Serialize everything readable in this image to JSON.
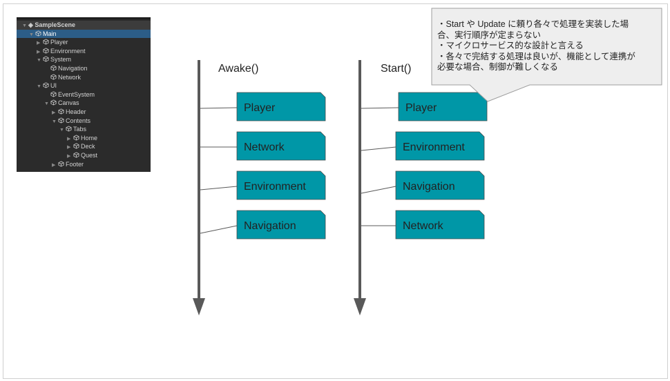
{
  "hierarchy": {
    "scene": "SampleScene",
    "items": [
      {
        "label": "Main",
        "depth": 0,
        "arrow": "down",
        "selected": true
      },
      {
        "label": "Player",
        "depth": 1,
        "arrow": "right"
      },
      {
        "label": "Environment",
        "depth": 1,
        "arrow": "right"
      },
      {
        "label": "System",
        "depth": 1,
        "arrow": "down"
      },
      {
        "label": "Navigation",
        "depth": 2,
        "arrow": ""
      },
      {
        "label": "Network",
        "depth": 2,
        "arrow": ""
      },
      {
        "label": "UI",
        "depth": 1,
        "arrow": "down"
      },
      {
        "label": "EventSystem",
        "depth": 2,
        "arrow": ""
      },
      {
        "label": "Canvas",
        "depth": 2,
        "arrow": "down"
      },
      {
        "label": "Header",
        "depth": 3,
        "arrow": "right"
      },
      {
        "label": "Contents",
        "depth": 3,
        "arrow": "down"
      },
      {
        "label": "Tabs",
        "depth": 4,
        "arrow": "down"
      },
      {
        "label": "Home",
        "depth": 5,
        "arrow": "right"
      },
      {
        "label": "Deck",
        "depth": 5,
        "arrow": "right"
      },
      {
        "label": "Quest",
        "depth": 5,
        "arrow": "right"
      },
      {
        "label": "Footer",
        "depth": 3,
        "arrow": "right"
      }
    ]
  },
  "timelines": [
    {
      "title": "Awake()",
      "boxes": [
        "Player",
        "Network",
        "Environment",
        "Navigation"
      ]
    },
    {
      "title": "Start()",
      "boxes": [
        "Player",
        "Environment",
        "Navigation",
        "Network"
      ]
    }
  ],
  "callout": {
    "lines": [
      "・Start や Update に頼り各々で処理を実装した場",
      "合、実行順序が定まらない",
      "・マイクロサービス的な設計と言える",
      "・各々で完結する処理は良いが、機能として連携が",
      "必要な場合、制御が難しくなる"
    ]
  },
  "colors": {
    "box": "#0097a7",
    "line": "#595959",
    "callout": "#eeeeee"
  }
}
